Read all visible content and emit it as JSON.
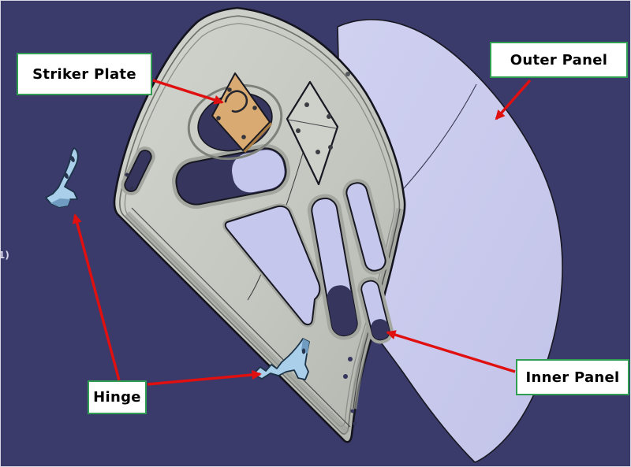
{
  "callouts": {
    "striker_plate": {
      "label": "Striker Plate"
    },
    "outer_panel": {
      "label": "Outer Panel"
    },
    "hinge": {
      "label": "Hinge"
    },
    "inner_panel": {
      "label": "Inner Panel"
    }
  },
  "edge_text": "1)",
  "colors": {
    "background": "#3a3a6b",
    "outer_panel": "#c6c7ec",
    "inner_panel_light": "#d0d3cc",
    "inner_panel_dark": "#b6b9b2",
    "cutout_shadow": "#35355e",
    "striker_plate": "#d9ab72",
    "hinge": "#a9cfeb",
    "arrow": "#e01010",
    "label_border": "#2f9e53",
    "label_background": "#ffffff",
    "label_text": "#000000",
    "outline": "#181822"
  }
}
